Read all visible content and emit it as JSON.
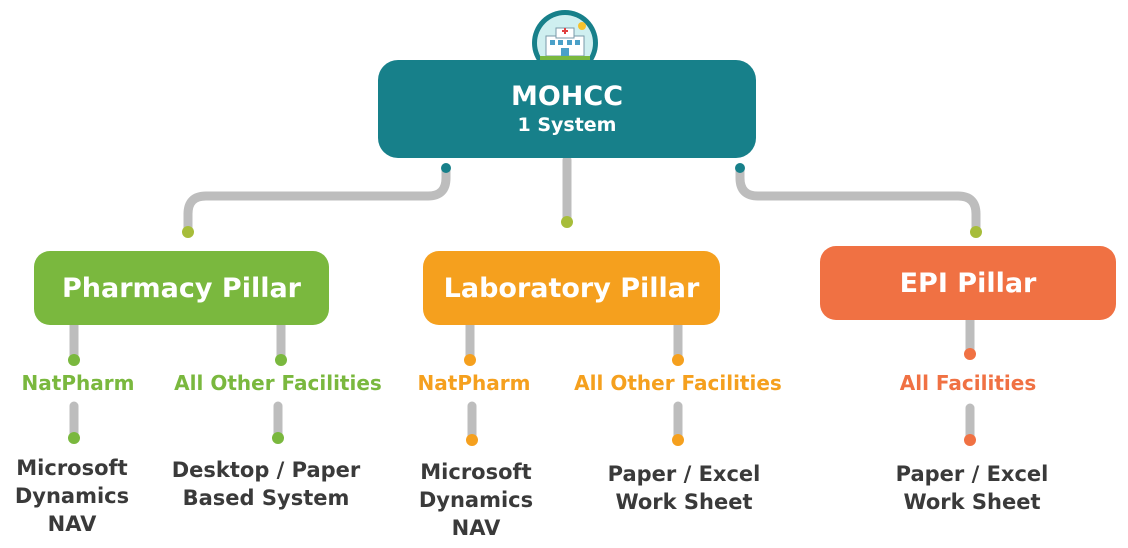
{
  "root": {
    "title": "MOHCC",
    "subtitle": "1 System",
    "icon": "hospital-icon"
  },
  "colors": {
    "root": "#17808a",
    "pharmacy": "#7ab83e",
    "laboratory": "#f5a01e",
    "epi": "#f07143",
    "connector": "#bdbdbd",
    "text_dark": "#3a3a3a"
  },
  "pillars": [
    {
      "label": "Pharmacy Pillar",
      "branches": [
        {
          "facility": "NatPharm",
          "system_lines": [
            "Microsoft",
            "Dynamics",
            "NAV"
          ]
        },
        {
          "facility": "All Other Facilities",
          "system_lines": [
            "Desktop / Paper",
            "Based System"
          ]
        }
      ]
    },
    {
      "label": "Laboratory Pillar",
      "branches": [
        {
          "facility": "NatPharm",
          "system_lines": [
            "Microsoft",
            "Dynamics",
            "NAV"
          ]
        },
        {
          "facility": "All Other Facilities",
          "system_lines": [
            "Paper / Excel",
            "Work Sheet"
          ]
        }
      ]
    },
    {
      "label": "EPI Pillar",
      "branches": [
        {
          "facility": "All Facilities",
          "system_lines": [
            "Paper / Excel",
            "Work Sheet"
          ]
        }
      ]
    }
  ]
}
